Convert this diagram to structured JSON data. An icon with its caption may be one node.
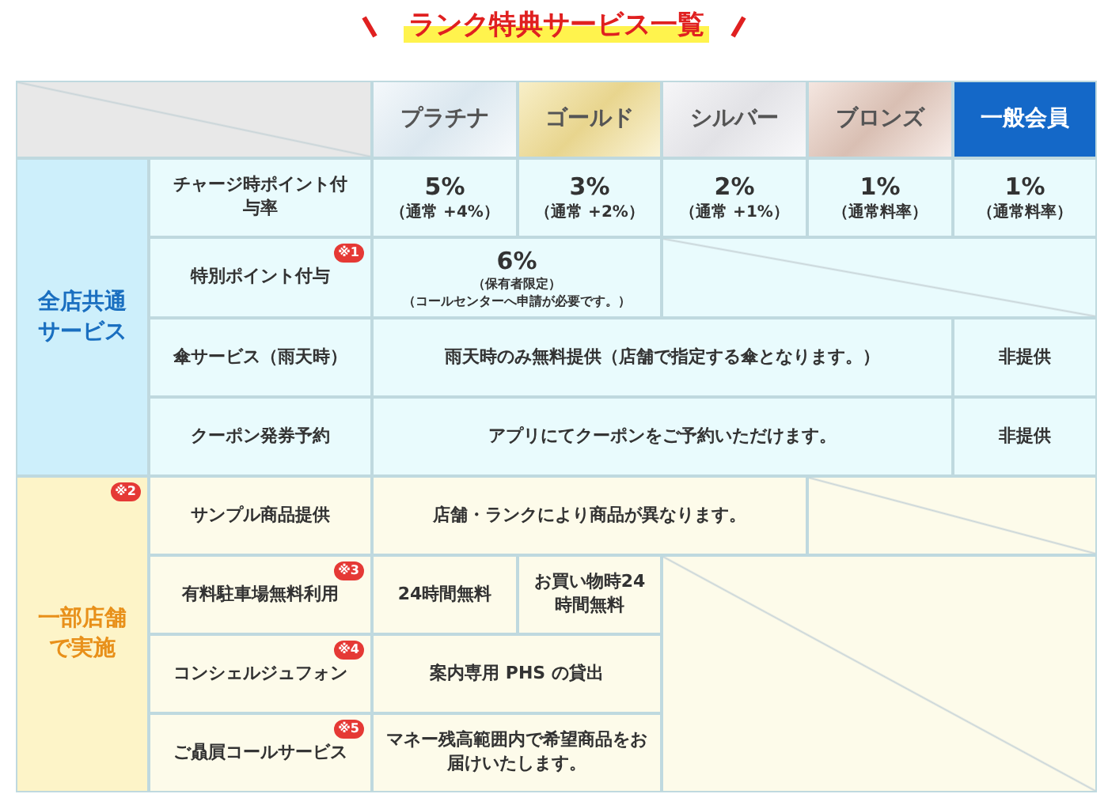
{
  "diagram": {
    "title": "ランク特典サービス一覧",
    "labels": [
      "プラチナ",
      "ゴールド",
      "シルバー",
      "ブロンズ",
      "一般会員",
      "全店共通サービス",
      "チャージ時ポイント付与率",
      "5%",
      "（通常 +4%）",
      "3%",
      "（通常 +2%）",
      "2%",
      "（通常 +1%）",
      "1%",
      "（通常料率）",
      "1%",
      "（通常料率）",
      "特別ポイント付与",
      "※1",
      "6%",
      "（保有者限定）",
      "（コールセンターへ申請が必要です。）",
      "傘サービス（雨天時）",
      "雨天時のみ無料提供（店舗で指定する傘となります。）",
      "非提供",
      "クーポン発券予約",
      "アプリにてクーポンをご予約いただけます。",
      "非提供",
      "一部店舗で実施",
      "※2",
      "サンプル商品提供",
      "店舗・ランクにより商品が異なります。",
      "有料駐車場無料利用",
      "※3",
      "24時間無料",
      "お買い物時24時間無料",
      "コンシェルジュフォン",
      "※4",
      "案内専用 PHS の貸出",
      "ご贔屓コールサービス",
      "※5",
      "マネー残高範囲内で希望商品をお届けいたします。"
    ]
  }
}
